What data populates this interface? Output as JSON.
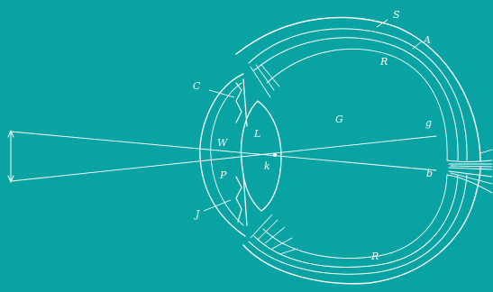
{
  "colors": {
    "background": "#0aa3a3",
    "ink": "#ffffff"
  },
  "labels": {
    "sclera": "S",
    "choroid": "A",
    "retina_top": "R",
    "retina_bottom": "R",
    "cornea": "C",
    "aqueous": "W",
    "pupil": "P",
    "iris": "J",
    "lens": "L",
    "nodal_point": "k",
    "vitreous": "G",
    "image_top": "g",
    "image_bottom": "b"
  }
}
